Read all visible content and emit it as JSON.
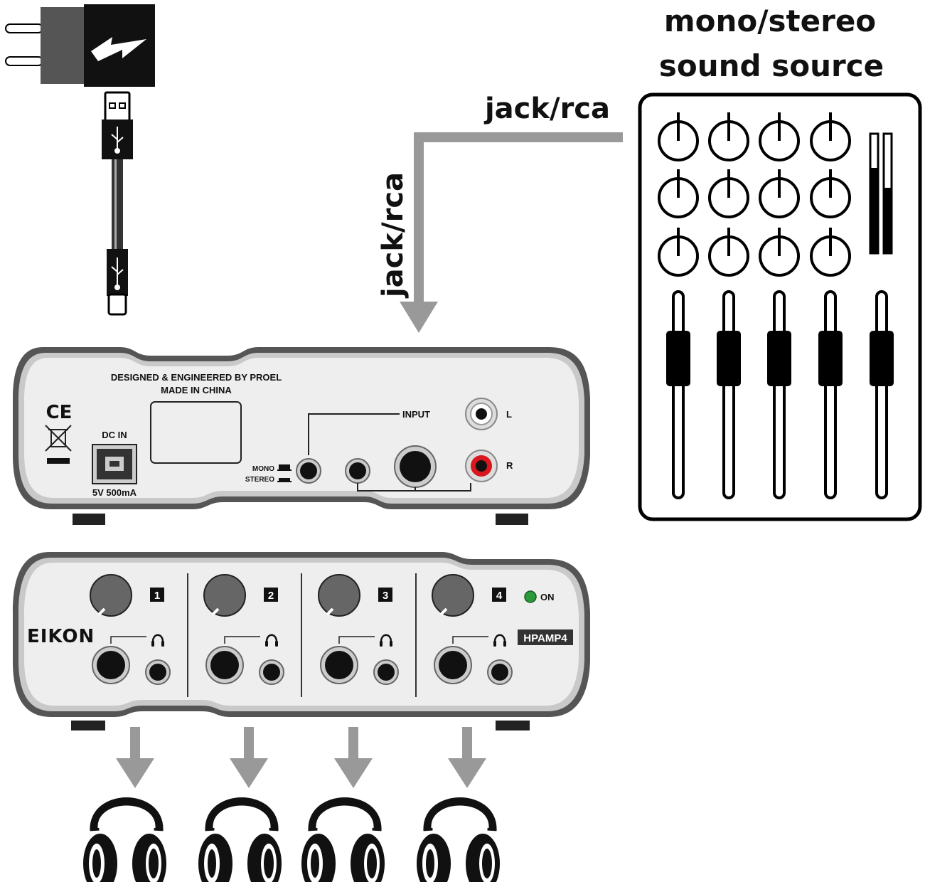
{
  "source": {
    "title_line1": "mono/stereo",
    "title_line2": "sound source",
    "knob_rows": 3,
    "knob_cols": 4,
    "fader_count": 5
  },
  "cables": {
    "horizontal_label": "jack/rca",
    "vertical_label": "jack/rca"
  },
  "rear_panel": {
    "credit_line1": "DESIGNED & ENGINEERED BY PROEL",
    "credit_line2": "MADE IN CHINA",
    "ce_mark": "CE",
    "dc_in_label": "DC IN",
    "power_spec": "5V 500mA",
    "input_label": "INPUT",
    "mono_label": "MONO",
    "stereo_label": "STEREO",
    "rca_left_label": "L",
    "rca_right_label": "R"
  },
  "front_panel": {
    "brand": "EIKON",
    "model": "HPAMP4",
    "power_label": "ON",
    "channels": [
      "1",
      "2",
      "3",
      "4"
    ]
  },
  "colors": {
    "arrow": "#999999",
    "panel_outline": "#555555",
    "panel_fill": "#eeeeee",
    "led_green": "#2a9a3a",
    "rca_red": "#d8171e"
  }
}
